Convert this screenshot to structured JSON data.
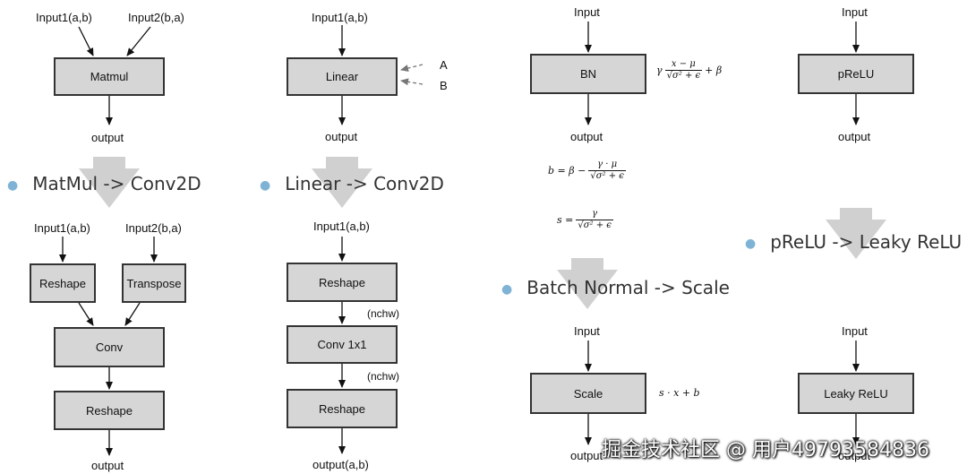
{
  "panel_matmul": {
    "top": {
      "input1": "Input1(a,b)",
      "input2": "Input2(b,a)",
      "op": "Matmul",
      "output": "output"
    },
    "title": "MatMul -> Conv2D",
    "bottom": {
      "input1": "Input1(a,b)",
      "input2": "Input2(b,a)",
      "reshape": "Reshape",
      "transpose": "Transpose",
      "conv": "Conv",
      "reshape2": "Reshape",
      "output": "output"
    }
  },
  "panel_linear": {
    "top": {
      "input": "Input1(a,b)",
      "op": "Linear",
      "param_a": "A",
      "param_b": "B",
      "output": "output"
    },
    "title": "Linear -> Conv2D",
    "bottom": {
      "input": "Input1(a,b)",
      "reshape": "Reshape",
      "nchw1": "(nchw)",
      "conv": "Conv 1x1",
      "nchw2": "(nchw)",
      "reshape2": "Reshape",
      "output": "output(a,b)"
    }
  },
  "panel_bn": {
    "top": {
      "input": "Input",
      "op": "BN",
      "output": "output"
    },
    "title": "Batch Normal -> Scale",
    "bottom": {
      "input": "Input",
      "op": "Scale",
      "output": "output"
    }
  },
  "panel_prelu": {
    "top": {
      "input": "Input",
      "op": "pReLU",
      "output": "output"
    },
    "title": "pReLU -> Leaky ReLU",
    "bottom": {
      "input": "Input",
      "op": "Leaky ReLU",
      "output": "output"
    }
  },
  "formulas": {
    "bn_gamma": "γ",
    "bn_num": "x − μ",
    "bn_den": "√σ² + ϵ",
    "bn_tail": "+ β",
    "b_lhs": "b = β −",
    "b_num": "γ · μ",
    "b_den": "√σ² + ϵ",
    "s_lhs": "s =",
    "s_num": "γ",
    "s_den": "√σ² + ϵ",
    "scale": "s · x + b"
  },
  "watermark": "掘金技术社区 @ 用户4979358483​6"
}
